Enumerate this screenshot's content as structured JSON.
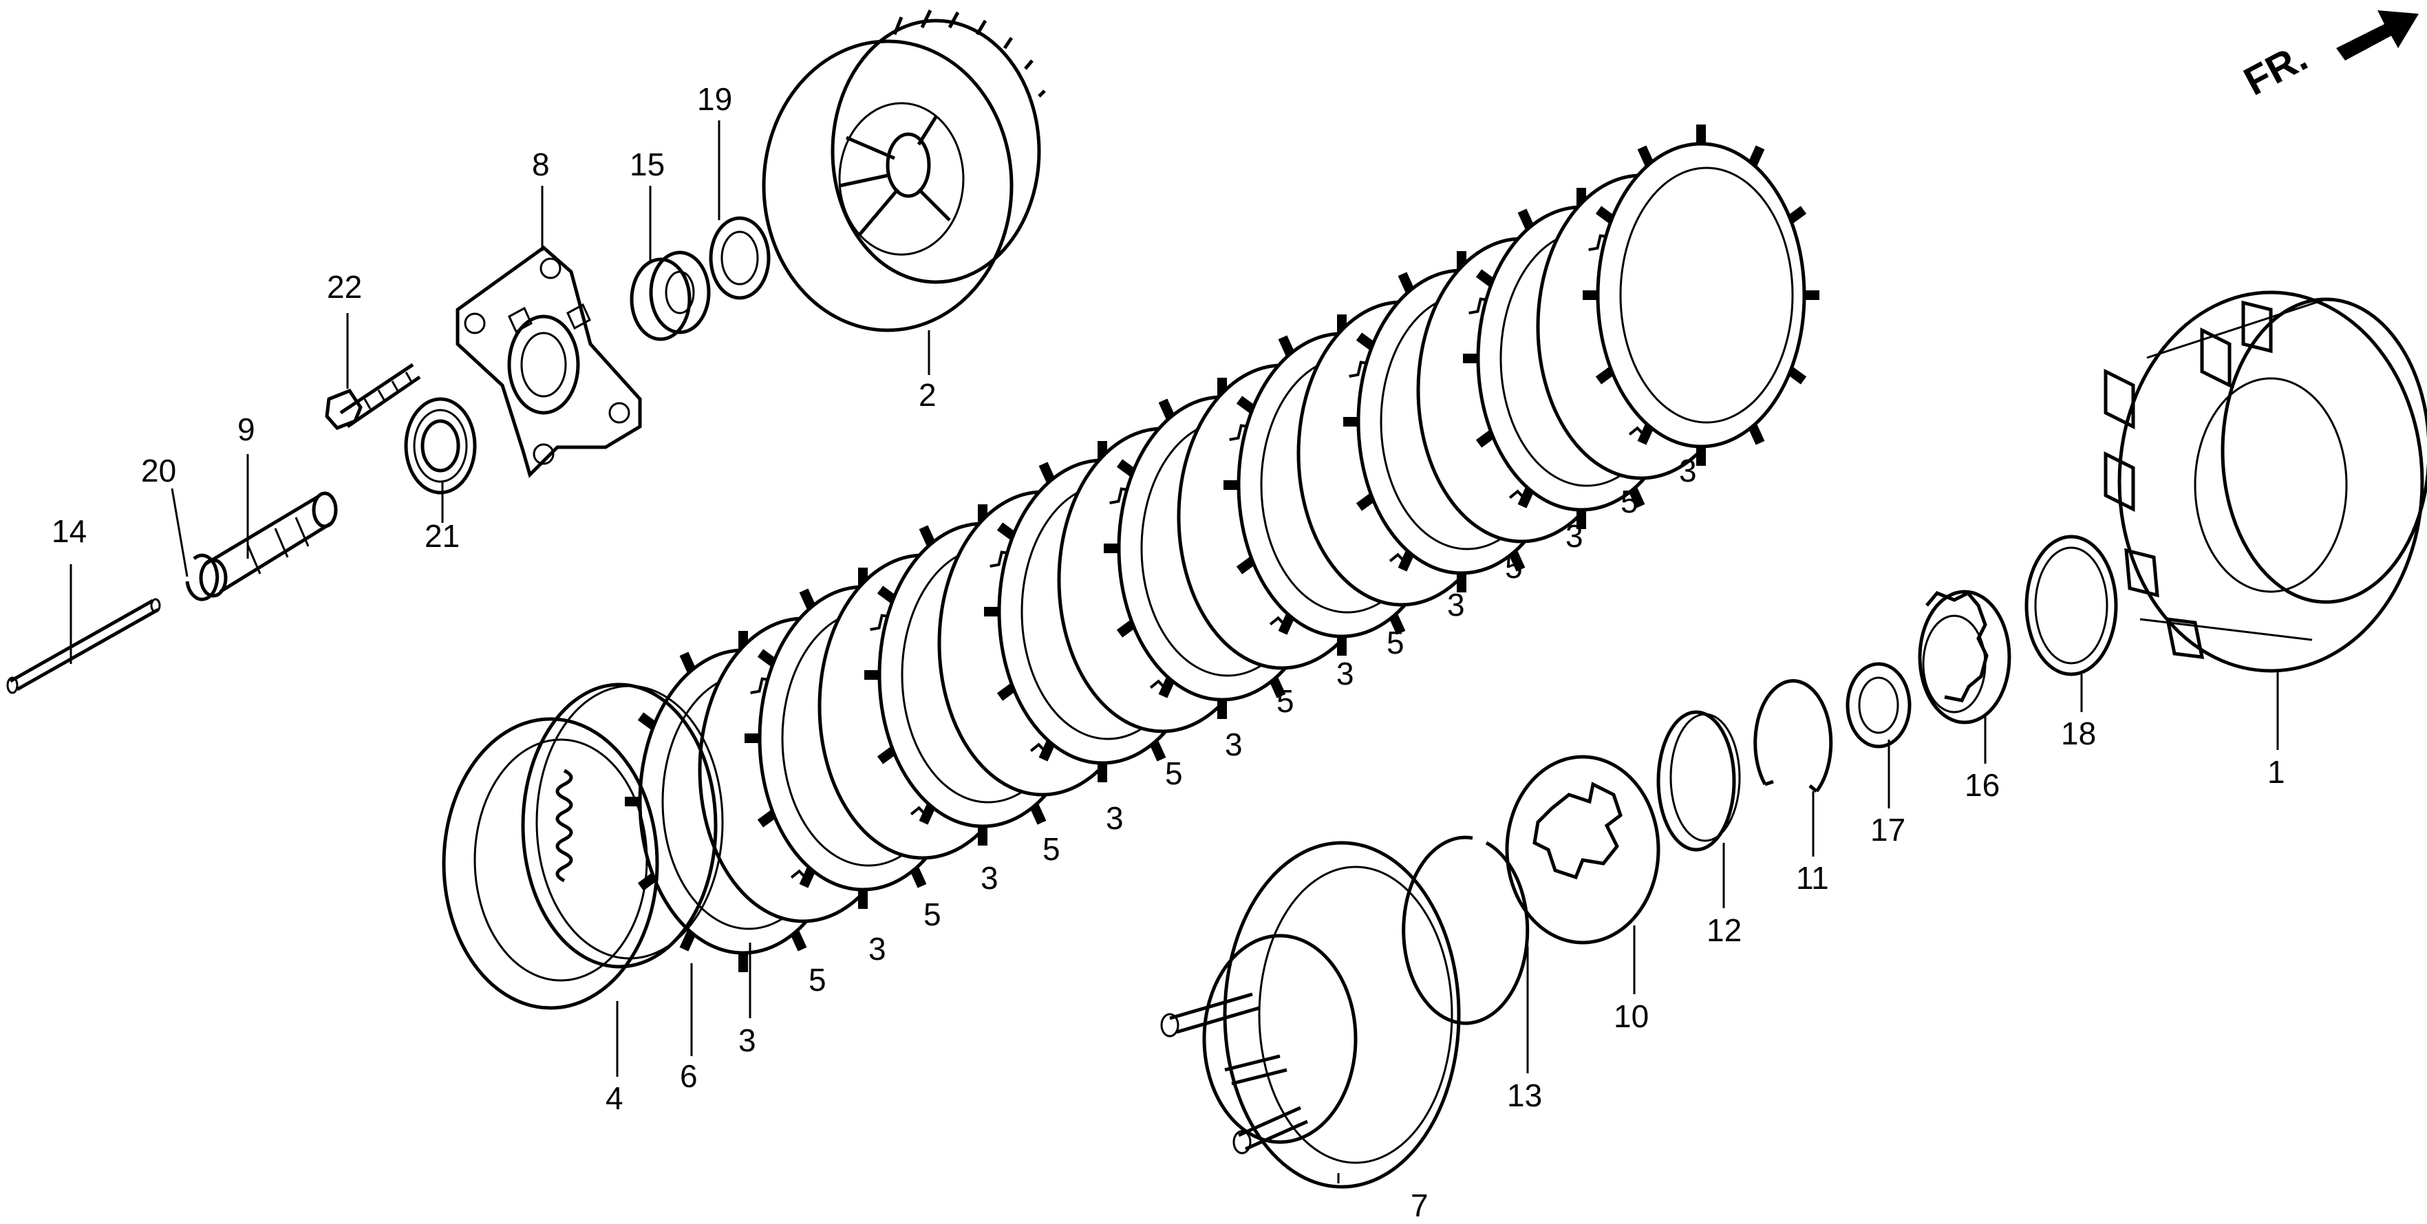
{
  "orientation": {
    "label": "FR."
  },
  "callouts": [
    {
      "id": "c14",
      "text": "14"
    },
    {
      "id": "c20",
      "text": "20"
    },
    {
      "id": "c9",
      "text": "9"
    },
    {
      "id": "c22",
      "text": "22"
    },
    {
      "id": "c8",
      "text": "8"
    },
    {
      "id": "c21",
      "text": "21"
    },
    {
      "id": "c15",
      "text": "15"
    },
    {
      "id": "c19",
      "text": "19"
    },
    {
      "id": "c2",
      "text": "2"
    },
    {
      "id": "c4",
      "text": "4"
    },
    {
      "id": "c6",
      "text": "6"
    },
    {
      "id": "c3a",
      "text": "3"
    },
    {
      "id": "c5a",
      "text": "5"
    },
    {
      "id": "c3b",
      "text": "3"
    },
    {
      "id": "c5b",
      "text": "5"
    },
    {
      "id": "c3c",
      "text": "3"
    },
    {
      "id": "c5c",
      "text": "5"
    },
    {
      "id": "c3d",
      "text": "3"
    },
    {
      "id": "c5d",
      "text": "5"
    },
    {
      "id": "c3e",
      "text": "3"
    },
    {
      "id": "c5e",
      "text": "5"
    },
    {
      "id": "c3f",
      "text": "3"
    },
    {
      "id": "c5f",
      "text": "5"
    },
    {
      "id": "c3g",
      "text": "3"
    },
    {
      "id": "c5g",
      "text": "5"
    },
    {
      "id": "c3h",
      "text": "3"
    },
    {
      "id": "c5h",
      "text": "5"
    },
    {
      "id": "c3i",
      "text": "3"
    },
    {
      "id": "c7",
      "text": "7"
    },
    {
      "id": "c13",
      "text": "13"
    },
    {
      "id": "c10",
      "text": "10"
    },
    {
      "id": "c12",
      "text": "12"
    },
    {
      "id": "c11",
      "text": "11"
    },
    {
      "id": "c17",
      "text": "17"
    },
    {
      "id": "c16",
      "text": "16"
    },
    {
      "id": "c18",
      "text": "18"
    },
    {
      "id": "c1",
      "text": "1"
    }
  ]
}
